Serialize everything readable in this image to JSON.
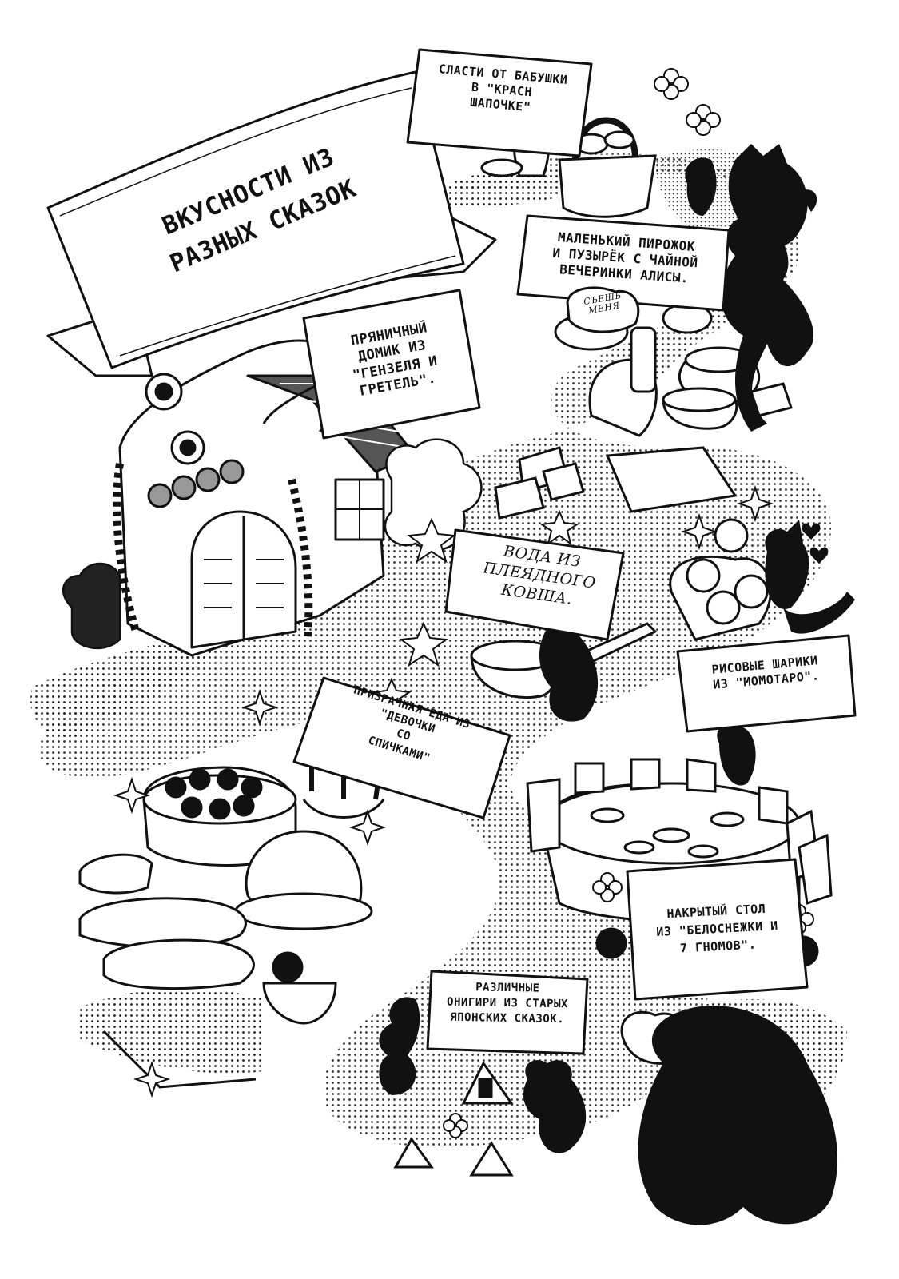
{
  "title": "Вкусности из\nразных сказок",
  "captions": {
    "red_riding_hood": "Сласти от бабушки\nв \"Красн\nшапочке\"",
    "alice": "Маленький пирожок\nи пузырёк с чайной\nвечеринки Алисы.",
    "eat_me": "Съешь\nменя",
    "gingerbread": "Пряничный\nдомик из\n\"Гензеля и\nГретель\".",
    "water": "Вода из\nплеядного\nковша.",
    "momotaro": "Рисовые шарики\nиз \"Момотаро\".",
    "match_girl": "Призрачная еда из\n\"Девочки\nсо\nспичками\"",
    "snow_white": "Накрытый стол\nиз \"Белоснежки и\n7 гномов\".",
    "onigiri": "Различные\nонигири из старых\nяпонских сказок."
  },
  "colors": {
    "ink": "#111111",
    "paper": "#ffffff",
    "tone": "#bdbdbd"
  }
}
